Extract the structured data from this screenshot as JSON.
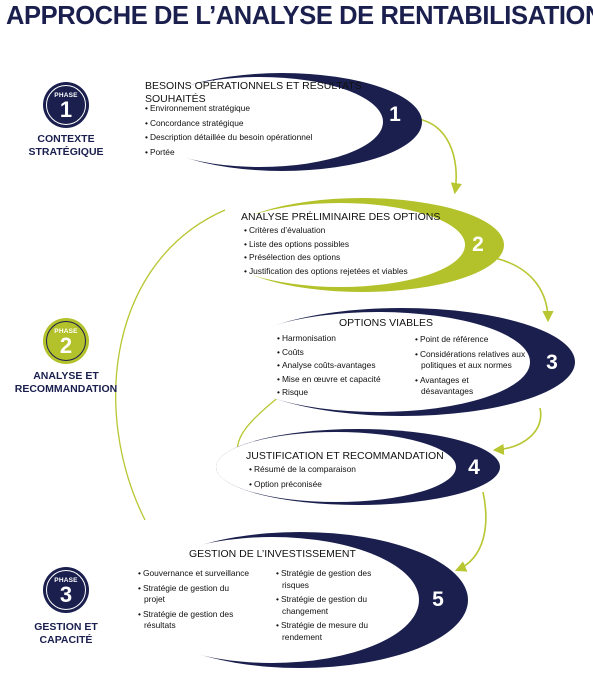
{
  "title": "APPROCHE DE L’ANALYSE DE RENTABILISATION",
  "phases": [
    {
      "tag": "PHASE",
      "number": "1",
      "label_lines": [
        "CONTEXTE",
        "STRATÉGIQUE"
      ]
    },
    {
      "tag": "PHASE",
      "number": "2",
      "label_lines": [
        "ANALYSE ET",
        "RECOMMANDATION"
      ]
    },
    {
      "tag": "PHASE",
      "number": "3",
      "label_lines": [
        "GESTION ET",
        "CAPACITÉ"
      ]
    }
  ],
  "steps": [
    {
      "number": "1",
      "title_lines": [
        "BESOINS OPÉRATIONNELS ET RÉSULTATS",
        "SOUHAITÉS"
      ],
      "items": [
        "Environnement stratégique",
        "Concordance stratégique",
        "Description détaillée du besoin opérationnel",
        "Portée"
      ]
    },
    {
      "number": "2",
      "title_lines": [
        "ANALYSE PRÉLIMINAIRE DES OPTIONS"
      ],
      "items": [
        "Critères d’évaluation",
        "Liste des options possibles",
        "Présélection des options",
        "Justification des options rejetées et viables"
      ]
    },
    {
      "number": "3",
      "title_lines": [
        "OPTIONS VIABLES"
      ],
      "items_left": [
        "Harmonisation",
        "Coûts",
        "Analyse coûts-avantages",
        "Mise en œuvre et capacité",
        "Risque"
      ],
      "items_right": [
        "Point de référence",
        "Considérations relatives aux",
        "politiques et aux normes",
        "Avantages et",
        "désavantages"
      ]
    },
    {
      "number": "4",
      "title_lines": [
        "JUSTIFICATION ET RECOMMANDATION"
      ],
      "items": [
        "Résumé de la comparaison",
        "Option préconisée"
      ]
    },
    {
      "number": "5",
      "title_lines": [
        "GESTION DE L’INVESTISSEMENT"
      ],
      "items_left": [
        "Gouvernance et surveillance",
        "Stratégie de gestion du",
        "projet",
        "Stratégie de gestion des",
        "résultats"
      ],
      "items_right": [
        "Stratégie de gestion des",
        "risques",
        "Stratégie de gestion du",
        "changement",
        "Stratégie de mesure du",
        "rendement"
      ]
    }
  ],
  "colors": {
    "navy": "#1a1f4e",
    "green": "#b3c22a",
    "arrow": "#b8c631"
  }
}
